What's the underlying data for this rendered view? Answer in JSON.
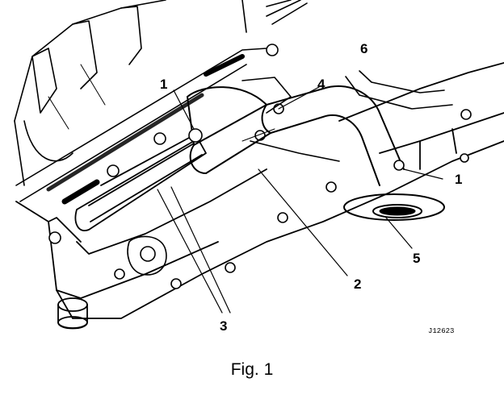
{
  "figure": {
    "caption": "Fig. 1",
    "ref_code": "J12623"
  },
  "callouts": {
    "c1_left": "1",
    "c1_right": "1",
    "c2": "2",
    "c3": "3",
    "c4": "4",
    "c5": "5",
    "c6": "6"
  }
}
